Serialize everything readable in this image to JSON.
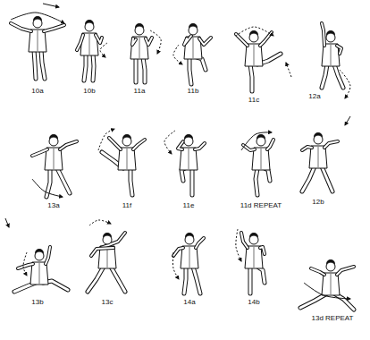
{
  "diagram": {
    "labels": [
      "10a",
      "10b",
      "11a",
      "11b",
      "11c",
      "12a",
      "13a",
      "11f",
      "11e",
      "11d REPEAT",
      "12b",
      "13b",
      "13c",
      "14a",
      "14b",
      "13d REPEAT"
    ]
  }
}
